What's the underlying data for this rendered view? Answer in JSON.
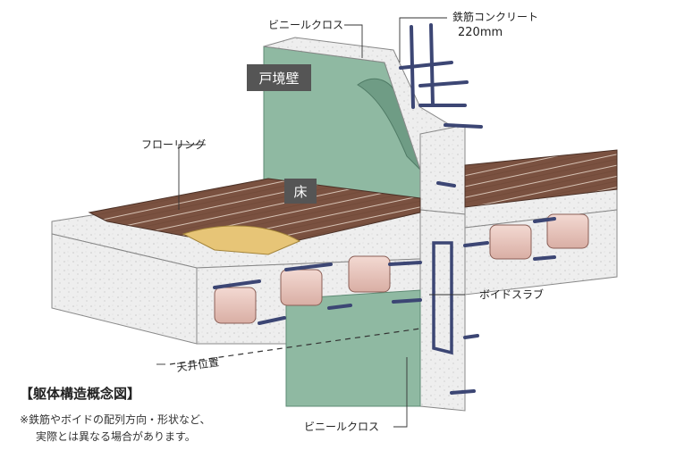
{
  "colors": {
    "wall_green": "#8fb9a2",
    "wall_green_dark": "#6f9c85",
    "concrete": "#eeeeee",
    "floor_wood": "#7a5140",
    "void_pink": "#e8c3bb",
    "rebar": "#3c4674",
    "insulation": "#e7c577",
    "tag_bg": "#555555"
  },
  "labels": {
    "vinyl_cloth_top": "ビニールクロス",
    "rebar_concrete": "鉄筋コンクリート",
    "rebar_thickness": "220mm",
    "unit_wall_tag": "戸境壁",
    "flooring": "フローリング",
    "floor_tag": "床",
    "void_slab": "ボイドスラブ",
    "ceiling_position": "天井位置",
    "vinyl_cloth_bottom": "ビニールクロス"
  },
  "caption": {
    "title": "【躯体構造概念図】",
    "note_line1": "※鉄筋やボイドの配列方向・形状など、",
    "note_line2": "実際とは異なる場合があります。"
  }
}
